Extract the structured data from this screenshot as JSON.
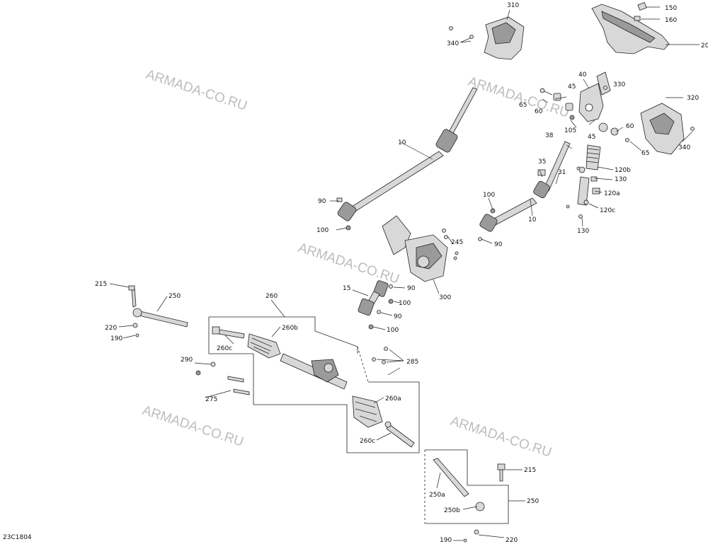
{
  "diagram_code": "23C1804",
  "watermark": "ARMADA-CO.RU",
  "labels": {
    "l150": "150",
    "l160": "160",
    "l20": "20",
    "l310": "310",
    "l340a": "340",
    "l340b": "340",
    "l40": "40",
    "l330": "330",
    "l45a": "45",
    "l45b": "45",
    "l65a": "65",
    "l65b": "65",
    "l60a": "60",
    "l60b": "60",
    "l105": "105",
    "l320": "320",
    "l38": "38",
    "l10a": "10",
    "l10b": "10",
    "l35": "35",
    "l31": "31",
    "l120b": "120b",
    "l130a": "130",
    "l130b": "130",
    "l120a": "120a",
    "l120c": "120c",
    "l90a": "90",
    "l90b": "90",
    "l90c": "90",
    "l90d": "90",
    "l100a": "100",
    "l100b": "100",
    "l100c": "100",
    "l100d": "100",
    "l245": "245",
    "l300": "300",
    "l15": "15",
    "l215a": "215",
    "l215b": "215",
    "l250a": "250",
    "l250b": "250",
    "l220a": "220",
    "l220b": "220",
    "l190a": "190",
    "l190b": "190",
    "l260": "260",
    "l260b": "260b",
    "l260c1": "260c",
    "l260c2": "260c",
    "l260a": "260a",
    "l285": "285",
    "l290": "290",
    "l275": "275",
    "l250pa": "250a",
    "l250pb": "250b"
  }
}
